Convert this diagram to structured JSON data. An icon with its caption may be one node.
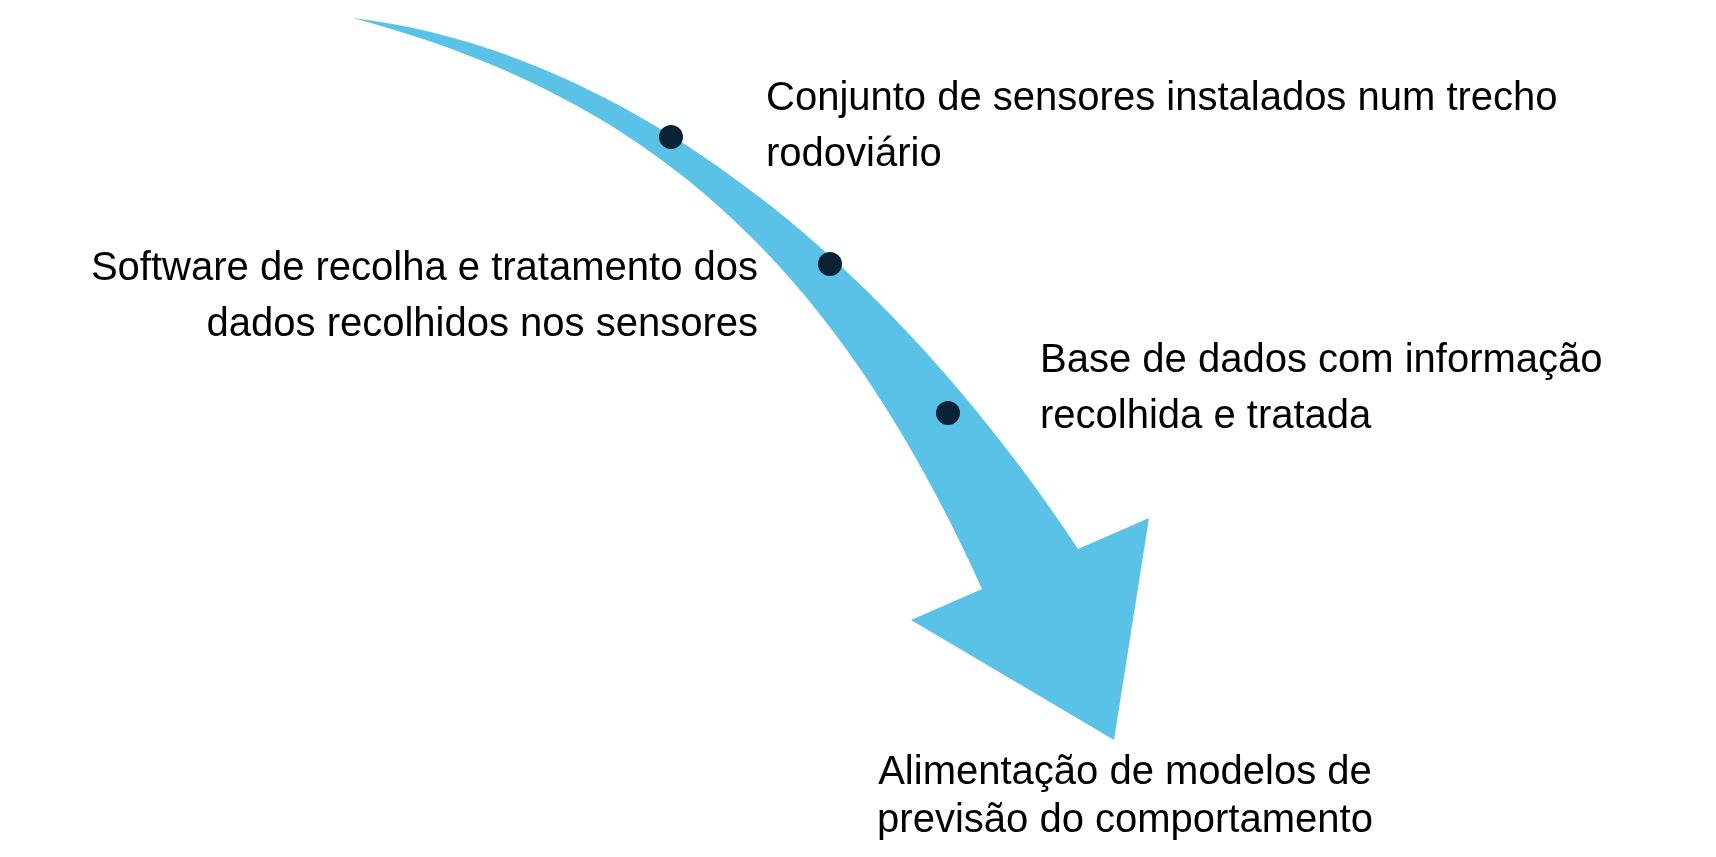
{
  "diagram": {
    "nodes": [
      {
        "text": [],
        "shape": "circle",
        "beside": [
          "Conjunto de sensores instalados num trecho rodoviário"
        ]
      },
      {
        "text": [],
        "shape": "circle",
        "beside": [
          "Software de recolha e tratamento dos dados recolhidos nos sensores"
        ]
      },
      {
        "text": [],
        "shape": "circle",
        "beside": [
          "Base de dados com informação recolhida e tratada"
        ]
      },
      {
        "text": [
          "Alimentação de modelos de previsão do comportamento"
        ]
      }
    ],
    "edges": [
      {
        "from": null,
        "to": 3,
        "arrow": "to",
        "color": "#5bc2e7"
      }
    ]
  }
}
